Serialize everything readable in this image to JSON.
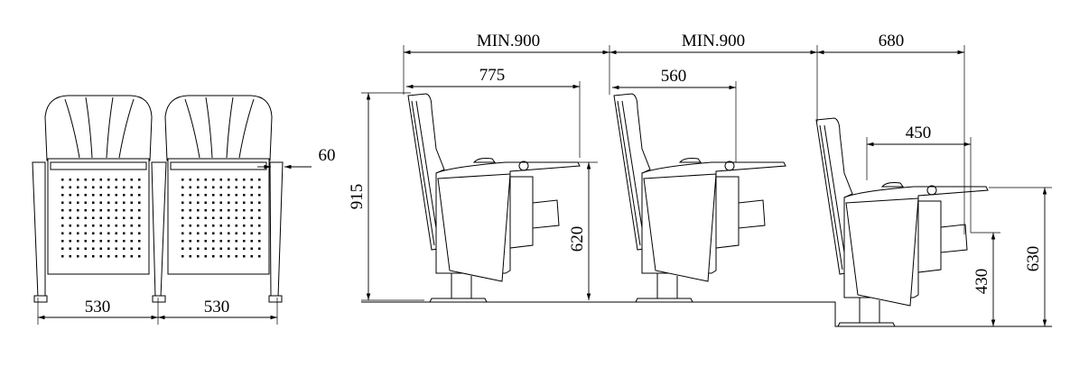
{
  "drawing": {
    "front_view": {
      "seat_width_left": "530",
      "seat_width_right": "530",
      "armrest_offset": "60"
    },
    "side_view": {
      "row_spacing_1": "MIN.900",
      "row_spacing_2": "MIN.900",
      "last_row_depth": "680",
      "depth_with_tablet_1": "775",
      "depth_folded_2": "560",
      "tablet_depth_3": "450",
      "overall_height": "915",
      "tablet_height": "620",
      "step_tablet_height": "630",
      "step_seat_height": "430"
    }
  }
}
